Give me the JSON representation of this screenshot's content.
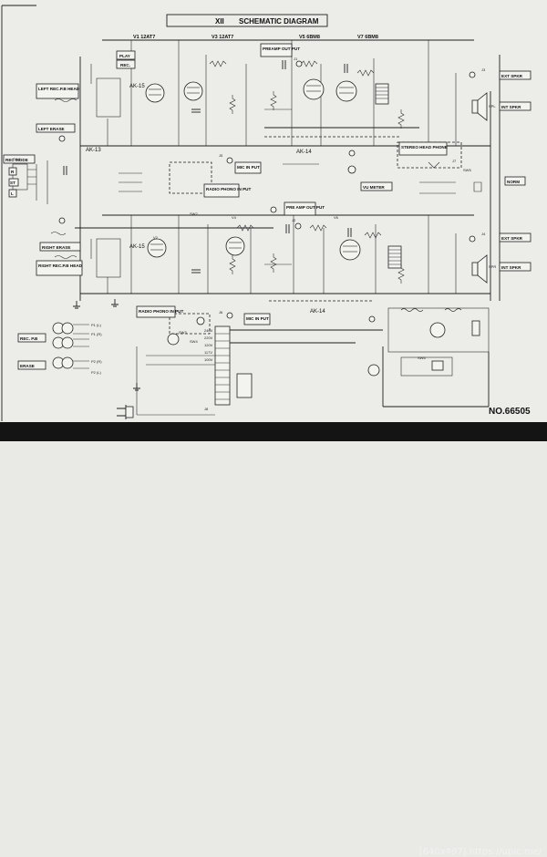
{
  "title": {
    "section": "XII",
    "text": "SCHEMATIC DIAGRAM"
  },
  "tubes": [
    {
      "id": "v1",
      "label": "V1 12AT7"
    },
    {
      "id": "v3",
      "label": "V3 12AT7"
    },
    {
      "id": "v5",
      "label": "V5 6BM8"
    },
    {
      "id": "v7",
      "label": "V7 6BM8"
    },
    {
      "id": "v2",
      "label": "V2"
    },
    {
      "id": "v4",
      "label": "V4"
    },
    {
      "id": "v6",
      "label": "V6"
    }
  ],
  "boxes": {
    "play": "PLAY",
    "rec": "REC.",
    "left_rec_pb_head": "LEFT REC.P.B HEAD",
    "left_erase": "LEFT ERASE",
    "rec_mode": "REC MODE",
    "right_erase": "RIGHT ERASE",
    "right_rec_pb_head": "RIGHT REC.P.B HEAD",
    "preamp_out_top": "PREAMP OUT PUT",
    "preamp_out_bottom": "PRE AMP OUT PUT",
    "mic_in_top": "MIC IN PUT",
    "mic_in_bottom": "MIC IN PUT",
    "radio_phono_top": "RADIO PHONO IN PUT",
    "radio_phono_bottom": "RADIO PHONO IN PUT",
    "vu_meter": "VU METER",
    "stereo_head_phone": "STEREO HEAD PHONE",
    "norm": "NORM",
    "ext_spkr_top": "EXT SPKR",
    "int_spkr_top": "INT SPKR",
    "ext_spkr_bottom": "EXT SPKR",
    "int_spkr_bottom": "INT SPKR",
    "rec_pb": "REC. P.B",
    "erase": "ERASE"
  },
  "modules": {
    "ak15_top": "AK-15",
    "ak13": "AK-13",
    "ak14_top": "AK-14",
    "ak15_bottom": "AK-15",
    "ak14_bottom": "AK-14"
  },
  "switch_labels": [
    "SW1",
    "SW2",
    "SW3",
    "SW4",
    "SW5",
    "SW6"
  ],
  "head_labels": {
    "r": "R",
    "st": "ST",
    "l": "L"
  },
  "jacks": [
    "J1",
    "J2",
    "J3",
    "J4",
    "J5",
    "J6",
    "J7",
    "J8"
  ],
  "plugs": [
    "P1 (L)",
    "P1 (R)",
    "P2 (R)",
    "P2 (L)"
  ],
  "transformer_taps": [
    "240V",
    "220V",
    "120V",
    "117V",
    "100V"
  ],
  "spk": [
    "SPL",
    "SPR"
  ],
  "model": "NO.66505",
  "watermark": "[640x497] https://upic.me/"
}
